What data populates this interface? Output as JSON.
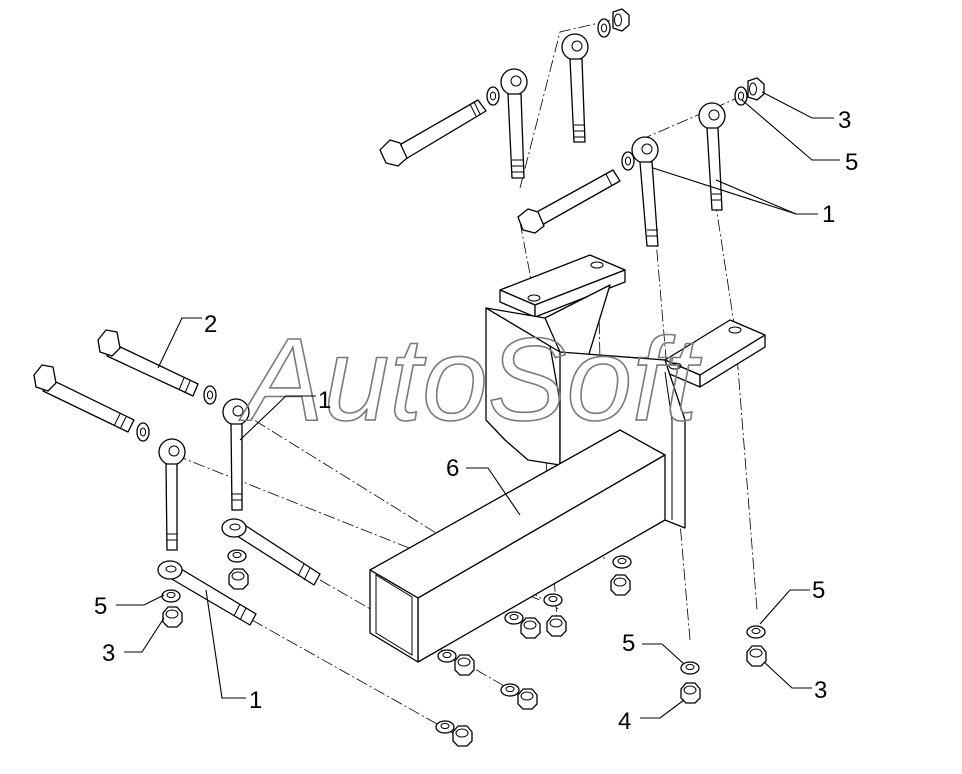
{
  "watermark": "AutoSoft",
  "callouts": [
    {
      "id": "c-2",
      "text": "2"
    },
    {
      "id": "c-1-left",
      "text": "1"
    },
    {
      "id": "c-1-bottom",
      "text": "1"
    },
    {
      "id": "c-1-right",
      "text": "1"
    },
    {
      "id": "c-3-top",
      "text": "3"
    },
    {
      "id": "c-5-top",
      "text": "5"
    },
    {
      "id": "c-6",
      "text": "6"
    },
    {
      "id": "c-5-left",
      "text": "5"
    },
    {
      "id": "c-3-left",
      "text": "3"
    },
    {
      "id": "c-5-mid",
      "text": "5"
    },
    {
      "id": "c-4",
      "text": "4"
    },
    {
      "id": "c-5-right",
      "text": "5"
    },
    {
      "id": "c-3-right",
      "text": "3"
    }
  ]
}
